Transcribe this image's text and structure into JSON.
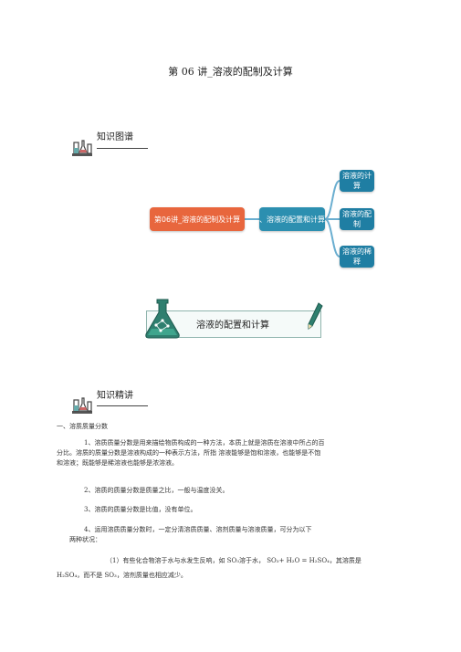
{
  "doc": {
    "title": "第 06 讲_溶液的配制及计算",
    "section1_label": "知识图谱",
    "section2_label": "知识精讲",
    "banner_label": "溶液的配置和计算"
  },
  "mindmap": {
    "root": "第06讲_溶液的配制及计算",
    "middle": "、溶液的配置和计算",
    "leaves": [
      "溶液的计算",
      "溶液的配制",
      "溶液的稀释"
    ]
  },
  "content": {
    "heading": "一、溶质质量分数",
    "p1_line1": "1、溶质质量分数是用来描绘物质构成的一种方法，本质上就是溶质在溶液中所占的百",
    "p1_line2": "分比。溶质的质量分数是溶液构成的一种表示方法，所指 溶液能够是饱和溶液，也能够是不饱",
    "p1_line3": "和溶液；既能够是稀溶液也能够是浓溶液。",
    "p2": "2、溶质的质量分数是质量之比，一般与温度没关。",
    "p3": "3、溶质的质量分数是比值，没有单位。",
    "p4_line1": "4、运用溶质质量分数时，一定分清溶质质量、溶剂质量与溶液质量，可分为以下",
    "p4_line2": "两种状况：",
    "p5_line1": "（1）有些化合物溶于水与水发生反响，如    SO₃溶于水，  SO₃+ H₂O = H₂SO₄，其溶质是",
    "p5_line2": "H₂SO₄，而不是 SO₃，溶剂质量也相应减少。"
  },
  "colors": {
    "root": "#e8663d",
    "middle": "#2c8fb0",
    "leaf": "#1f7ea3",
    "link": "#6aaed0",
    "banner_accent": "#2f7f6f"
  }
}
